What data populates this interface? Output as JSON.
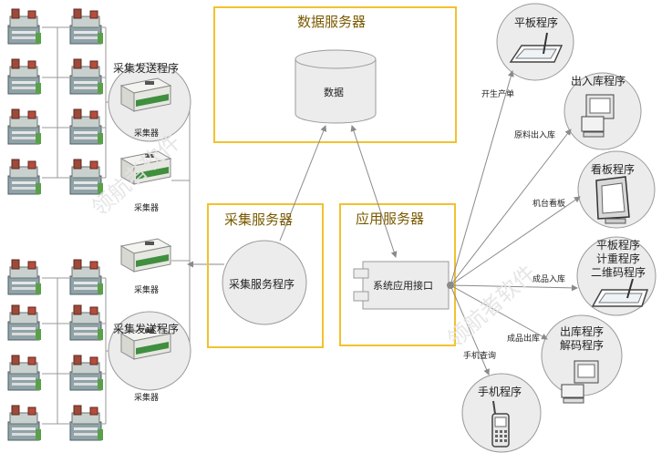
{
  "watermark": "领航者软件",
  "data_server": {
    "title": "数据服务器",
    "db_label": "数据"
  },
  "collect_server": {
    "title": "采集服务器",
    "program": "采集服务程序"
  },
  "app_server": {
    "title": "应用服务器",
    "interface": "系统应用接口"
  },
  "collector_programs": [
    "采集发送程序",
    "采集发送程序"
  ],
  "collector_device_label": "采集器",
  "clients": [
    {
      "label": "平板程序",
      "edge": "开生产单"
    },
    {
      "label": "出入库程序",
      "edge": "原料出入库"
    },
    {
      "label": "看板程序",
      "edge": "机台看板"
    },
    {
      "label": "平板程序\n计重程序\n二维码程序",
      "edge": "成品入库"
    },
    {
      "label": "出库程序\n解码程序",
      "edge": "成品出库"
    },
    {
      "label": "手机程序",
      "edge": "手机查询"
    }
  ],
  "colors": {
    "box_border": "#f2c12e",
    "title": "#7a5a00",
    "line": "#8a8a8a",
    "circle_fill": "#ececec",
    "circle_stroke": "#9a9a9a"
  }
}
